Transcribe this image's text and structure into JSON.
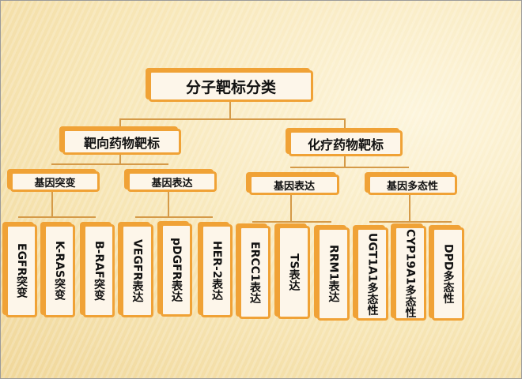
{
  "root": "分子靶标分类",
  "branches": [
    {
      "label": "靶向药物靶标",
      "groups": [
        {
          "label": "基因突变",
          "items": [
            "EGFR突变",
            "K-RAS突变",
            "B-RAF突变"
          ]
        },
        {
          "label": "基因表达",
          "items": [
            "VEGFR表达",
            "pDGFR表达",
            "HER-2表达"
          ]
        }
      ]
    },
    {
      "label": "化疗药物靶标",
      "groups": [
        {
          "label": "基因表达",
          "items": [
            "ERCC1表达",
            "TS表达",
            "RRM1表达"
          ]
        },
        {
          "label": "基因多态性",
          "items": [
            "UGT1A1多态性",
            "CYP19A1多态性",
            "DPD多态性"
          ]
        }
      ]
    }
  ]
}
